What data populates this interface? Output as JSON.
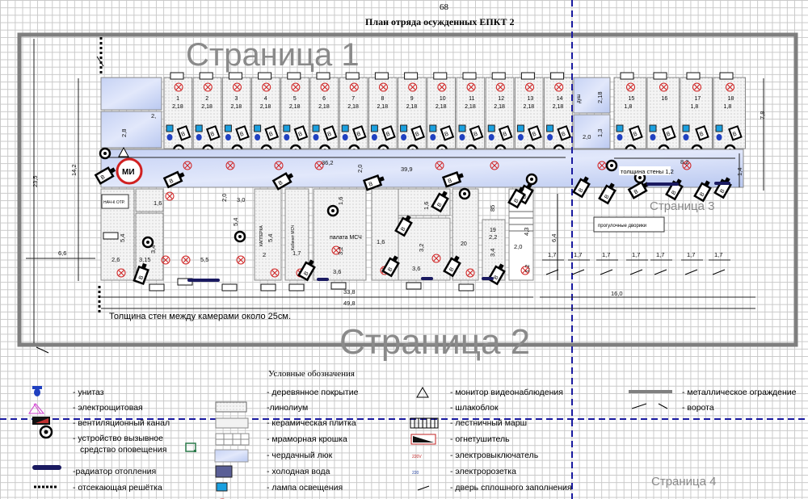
{
  "page_number": "68",
  "title": "План отряда осужденных ЕПКТ 2",
  "watermarks": [
    "Страница 1",
    "Страница 2",
    "Страница 3",
    "Страница 4"
  ],
  "cells": [
    {
      "num": "1",
      "width": "2,18"
    },
    {
      "num": "2",
      "width": "2,18"
    },
    {
      "num": "3",
      "width": "2,18"
    },
    {
      "num": "4",
      "width": "2,18"
    },
    {
      "num": "5",
      "width": "2,18"
    },
    {
      "num": "6",
      "width": "2,18"
    },
    {
      "num": "7",
      "width": "2,18"
    },
    {
      "num": "8",
      "width": "2,18"
    },
    {
      "num": "9",
      "width": "2,18"
    },
    {
      "num": "10",
      "width": "2,18"
    },
    {
      "num": "11",
      "width": "2,18"
    },
    {
      "num": "12",
      "width": "2,18"
    },
    {
      "num": "13",
      "width": "2,18"
    },
    {
      "num": "14",
      "width": "2,18"
    },
    {
      "num": "15",
      "width": "1,8"
    },
    {
      "num": "16",
      "width": ""
    },
    {
      "num": "17",
      "width": "1,8"
    },
    {
      "num": "18",
      "width": "1,8"
    }
  ],
  "rooms": {
    "shower": "душ",
    "chief": "НАЧ-К ОТР.",
    "medical": "МИ",
    "storeroom": "КАПТЕРКА",
    "med_office": "Кабинет МСЧ",
    "med_ward": "палата МСЧ",
    "room19": "19",
    "room20": "20",
    "yards": "прогулочные дворики"
  },
  "dimensions": {
    "total_height": "23,5",
    "building_height": "14,2",
    "offset_left": "6,6",
    "length_rooms": "33,8",
    "length_total": "49,8",
    "yards_length": "16,0",
    "right_height": "7,8",
    "corridor_right_width": "1,4",
    "corridor_right_length": "8,2",
    "corridor_length_a": "36,2",
    "corridor_width": "2,0",
    "corridor_length_b": "39,9",
    "wall_note": "толщина стены 1,2",
    "entry_w": "2,8",
    "entry_w2": "2,",
    "shower_w": "2,0",
    "shower_h": "1,3",
    "shower_h2": "2,18",
    "chief_w": "2,6",
    "chief_h": "5,4",
    "r2_w": "3,15",
    "r2_h": "3,4",
    "r2_top": "1,6",
    "big_w": "5,5",
    "big_h": "5,4",
    "big_top_w": "3,0",
    "big_top_h": "2,0",
    "store_h": "5,4",
    "store_w": "2",
    "medoff_w": "1,7",
    "ward_w": "3,6",
    "ward_h": "3,2",
    "ward_top": "1,6",
    "r_1_6": "1,6",
    "r_3_6": "3,6",
    "r_3_2": "3,2",
    "r_1_6b": "1,6",
    "r19_w": "2,2",
    "r19_h": "3,4",
    "stair_w": "2,0",
    "stair_h": "4,3",
    "stair_h2": "1,2",
    "yard_depth": "6,4",
    "r_85": "85",
    "yard_widths": [
      "1,7",
      "1,7",
      "1,7",
      "1,7",
      "1,7",
      "1,7",
      "1,7"
    ]
  },
  "note": "Толщина стен между камерами около 25см.",
  "legend": {
    "title": "Условные обозначения",
    "col1": [
      "- унитаз",
      "- электрощитовая",
      "- вентиляционный канал",
      "- устройство вызывное",
      "средство оповещения",
      "-радиатор отопления",
      "- отсекающая решётка"
    ],
    "col2": [
      "- деревянное покрытие",
      "-линолиум",
      "- керамическая плитка",
      "- мраморная крошка",
      "- чердачный люк",
      "- холодная вода",
      "- лампа освещения"
    ],
    "col3": [
      "- монитор видеонаблюдения",
      "- шлакоблок",
      "- лестничный марш",
      "- огнетушитель",
      "- электровыключатель",
      "- электророзетка",
      "- дверь сплошного заполнения"
    ],
    "col4": [
      "- металлическое ограждение",
      "- ворота"
    ],
    "switch_label": "220V",
    "socket_label": "220"
  },
  "colors": {
    "fence": "#7f7f7f",
    "page_break": "#1a1aa0",
    "marble": "#c9d4f3",
    "water": "#1aa0e0",
    "toilet": "#2040c0",
    "lamp": "#d02020",
    "hatch": "#5a5f96"
  }
}
